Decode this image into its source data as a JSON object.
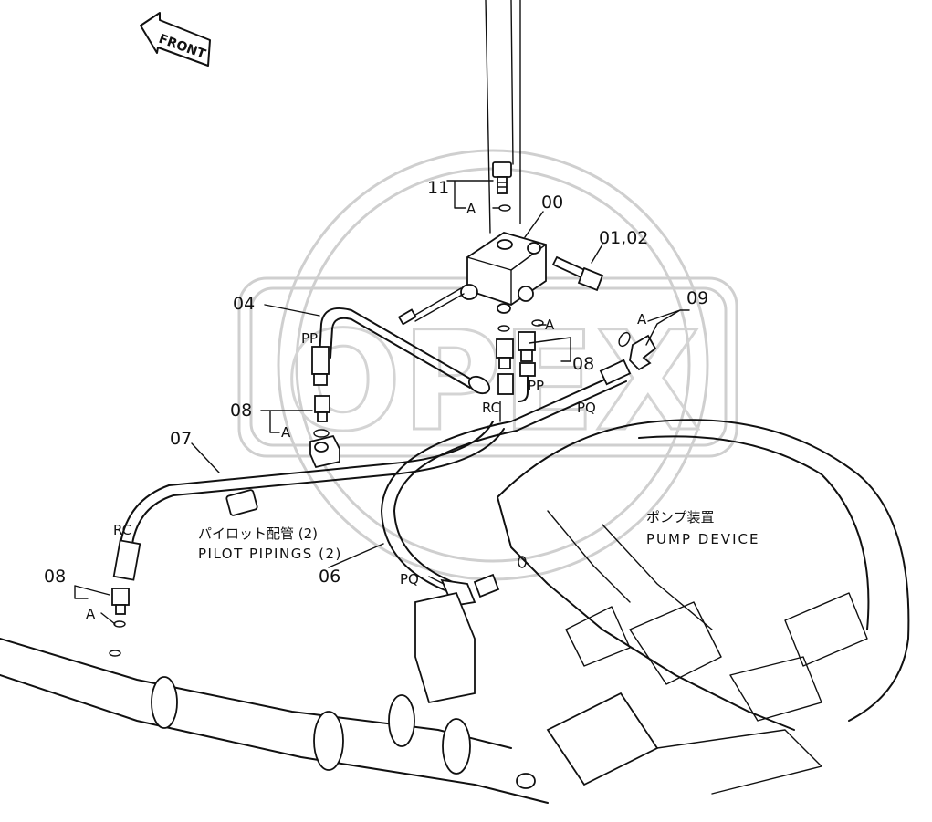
{
  "front_arrow": {
    "label": "FRONT"
  },
  "watermark": {
    "text": "OPEX"
  },
  "part_labels": {
    "p00": "00",
    "p01_02": "01,02",
    "p04": "04",
    "p06": "06",
    "p07": "07",
    "p08_right": "08",
    "p08_left_upper": "08",
    "p08_left_lower": "08",
    "p09": "09",
    "p11": "11"
  },
  "port_labels": {
    "pp_left": "PP",
    "pp_center": "PP",
    "rc_center": "RC",
    "rc_left": "RC",
    "pq_center": "PQ",
    "pq_bottom": "PQ"
  },
  "ring_labels": {
    "a_top": "A",
    "a_center": "A",
    "a_right": "A",
    "a_left_upper": "A",
    "a_left_lower": "A"
  },
  "callouts": {
    "pilot_jp": "パイロット配管 (2)",
    "pilot_en": "PILOT PIPINGS (2)",
    "pump_jp": "ポンプ装置",
    "pump_en": "PUMP DEVICE"
  }
}
